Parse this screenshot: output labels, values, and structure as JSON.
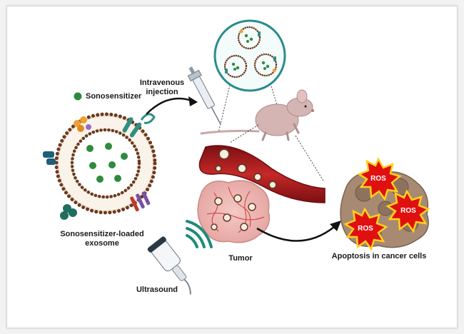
{
  "labels": {
    "sonosensitizer": "Sonosensitizer",
    "intravenous_line1": "Intravenous",
    "intravenous_line2": "injection",
    "exosome_line1": "Sonosensitizer-loaded",
    "exosome_line2": "exosome",
    "tumor": "Tumor",
    "ultrasound": "Ultrasound",
    "apoptosis": "Apoptosis in cancer cells"
  },
  "ros_bursts": [
    "ROS",
    "ROS",
    "ROS"
  ],
  "colors": {
    "sonosensitizer": "#2e8b3e",
    "membrane_head": "#6b3a1f",
    "vessel": "#b81f1f",
    "ros_burst": "#e01010",
    "ros_outline": "#ffd21a",
    "ultrasound_waves": "#1f8a7a",
    "mouse": "#c9a8a8",
    "inset_ring": "#2a8c8c"
  },
  "icons": {
    "syringe": "syringe-icon",
    "mouse": "mouse-icon",
    "probe": "ultrasound-probe-icon",
    "exosome": "exosome-icon"
  }
}
